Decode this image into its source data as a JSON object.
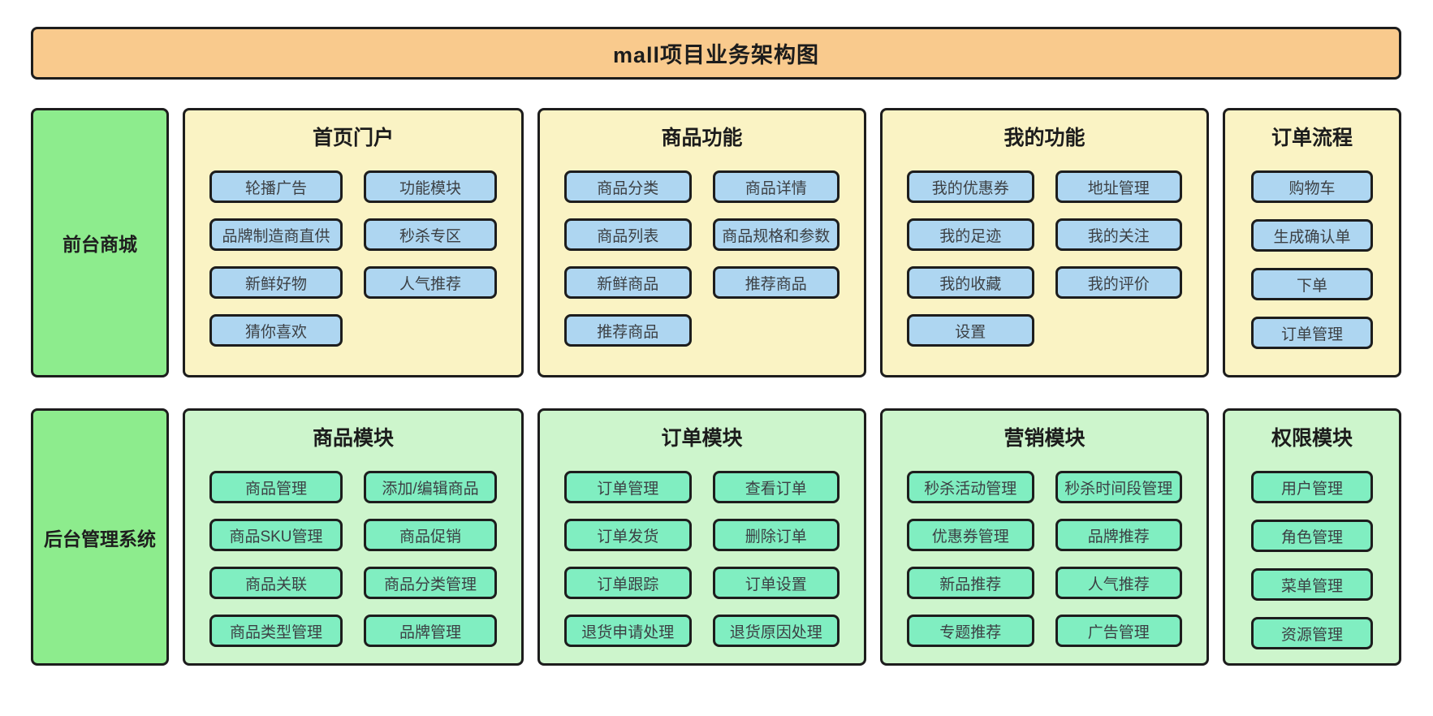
{
  "banner": {
    "title": "mall项目业务架构图"
  },
  "colors": {
    "banner_bg": "#F9CA8D",
    "sidebar_bg": "#8DEC8D",
    "yellow_panel_bg": "#FAF3C4",
    "green_panel_bg": "#CDF5CC",
    "blue_button_bg": "#AED6F1",
    "mint_button_bg": "#80EEC1",
    "border": "#1d1d1d"
  },
  "front": {
    "sidebar_label": "前台商城",
    "panels": [
      {
        "title": "首页门户",
        "columns": 2,
        "buttons": [
          "轮播广告",
          "功能模块",
          "品牌制造商直供",
          "秒杀专区",
          "新鲜好物",
          "人气推荐",
          "猜你喜欢"
        ]
      },
      {
        "title": "商品功能",
        "columns": 2,
        "buttons": [
          "商品分类",
          "商品详情",
          "商品列表",
          "商品规格和参数",
          "新鲜商品",
          "推荐商品",
          "推荐商品"
        ]
      },
      {
        "title": "我的功能",
        "columns": 2,
        "buttons": [
          "我的优惠券",
          "地址管理",
          "我的足迹",
          "我的关注",
          "我的收藏",
          "我的评价",
          "设置"
        ]
      },
      {
        "title": "订单流程",
        "columns": 1,
        "buttons": [
          "购物车",
          "生成确认单",
          "下单",
          "订单管理"
        ]
      }
    ]
  },
  "back": {
    "sidebar_label": "后台管理系统",
    "panels": [
      {
        "title": "商品模块",
        "columns": 2,
        "buttons": [
          "商品管理",
          "添加/编辑商品",
          "商品SKU管理",
          "商品促销",
          "商品关联",
          "商品分类管理",
          "商品类型管理",
          "品牌管理"
        ]
      },
      {
        "title": "订单模块",
        "columns": 2,
        "buttons": [
          "订单管理",
          "查看订单",
          "订单发货",
          "删除订单",
          "订单跟踪",
          "订单设置",
          "退货申请处理",
          "退货原因处理"
        ]
      },
      {
        "title": "营销模块",
        "columns": 2,
        "buttons": [
          "秒杀活动管理",
          "秒杀时间段管理",
          "优惠券管理",
          "品牌推荐",
          "新品推荐",
          "人气推荐",
          "专题推荐",
          "广告管理"
        ]
      },
      {
        "title": "权限模块",
        "columns": 1,
        "buttons": [
          "用户管理",
          "角色管理",
          "菜单管理",
          "资源管理"
        ]
      }
    ]
  }
}
